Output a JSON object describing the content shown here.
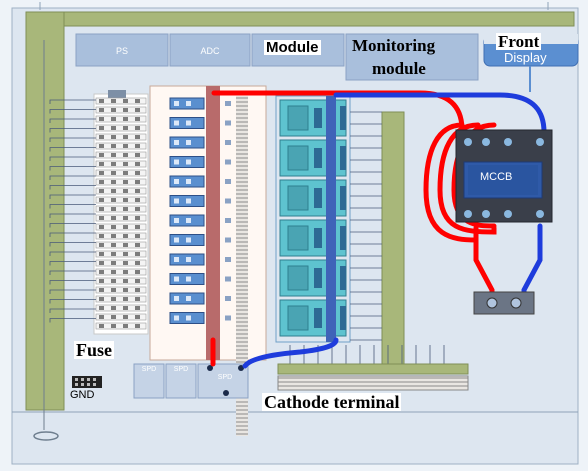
{
  "labels": {
    "module": "Module",
    "monitoring_line1": "Monitoring",
    "monitoring_line2": "module",
    "front_line1": "Front",
    "front_line2": "Display",
    "fuse": "Fuse",
    "gnd": "GND",
    "cathode_terminal": "Cathode terminal",
    "mccb": "MCCB",
    "ps": "PS",
    "adc": "ADC",
    "spd": "SPD"
  },
  "colors": {
    "panel_bg": "#dde6f0",
    "rail_green": "#a8b77a",
    "positive_wire": "#ff0000",
    "negative_wire": "#1e3cdc",
    "module_teal": "#5ec3cf",
    "mccb_body": "#3a3f4a",
    "mccb_face": "#2f5aa8",
    "header_blue": "#a9bfdc",
    "front_display": "#5b8fd1"
  }
}
